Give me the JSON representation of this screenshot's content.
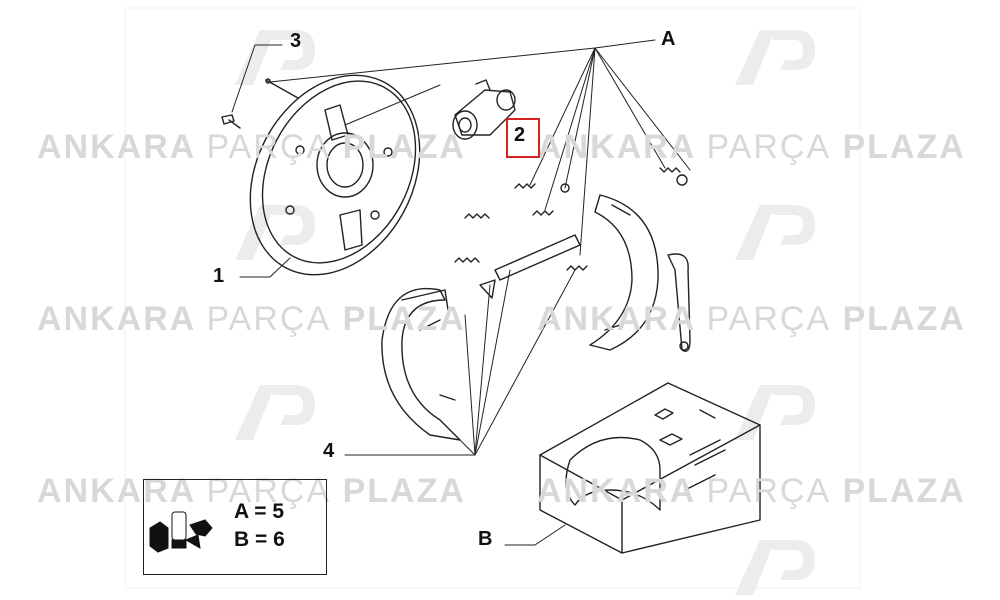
{
  "watermark": {
    "brand_bold_1": "ANKARA",
    "brand_thin": "PARÇA",
    "brand_bold_2": "PLAZA",
    "colors": {
      "text": "#d8d8d8",
      "logo": "#e6e6e6"
    }
  },
  "callouts": {
    "one": "1",
    "two": "2",
    "three": "3",
    "four": "4",
    "a": "A",
    "b": "B"
  },
  "legend": {
    "a_line": "A = 5",
    "b_line": "B = 6"
  },
  "colors": {
    "line": "#222222",
    "highlight": "#d42020"
  }
}
